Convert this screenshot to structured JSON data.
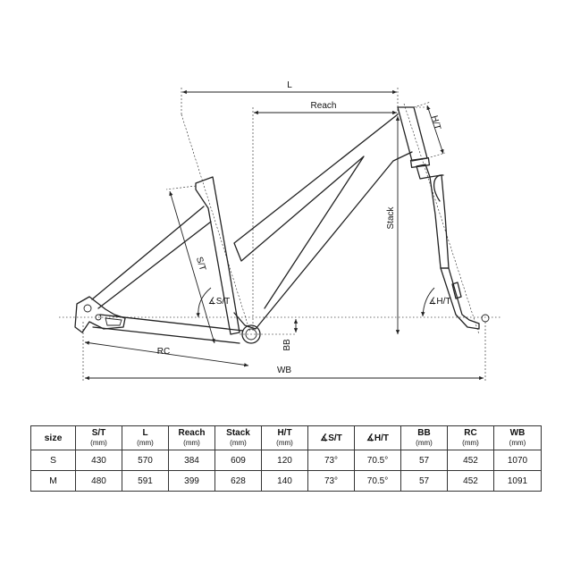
{
  "labels": {
    "L": "L",
    "reach": "Reach",
    "ht": "H/T",
    "stack": "Stack",
    "st": "S/T",
    "st_angle": "∡S/T",
    "ht_angle": "∡H/T",
    "bb": "BB",
    "rc": "RC",
    "wb": "WB"
  },
  "table": {
    "headers": [
      {
        "label": "size",
        "unit": ""
      },
      {
        "label": "S/T",
        "unit": "(mm)"
      },
      {
        "label": "L",
        "unit": "(mm)"
      },
      {
        "label": "Reach",
        "unit": "(mm)"
      },
      {
        "label": "Stack",
        "unit": "(mm)"
      },
      {
        "label": "H/T",
        "unit": "(mm)"
      },
      {
        "label": "∡S/T",
        "unit": ""
      },
      {
        "label": "∡H/T",
        "unit": ""
      },
      {
        "label": "BB",
        "unit": "(mm)"
      },
      {
        "label": "RC",
        "unit": "(mm)"
      },
      {
        "label": "WB",
        "unit": "(mm)"
      }
    ],
    "rows": [
      [
        "S",
        "430",
        "570",
        "384",
        "609",
        "120",
        "73°",
        "70.5°",
        "57",
        "452",
        "1070"
      ],
      [
        "M",
        "480",
        "591",
        "399",
        "628",
        "140",
        "73°",
        "70.5°",
        "57",
        "452",
        "1091"
      ]
    ]
  }
}
